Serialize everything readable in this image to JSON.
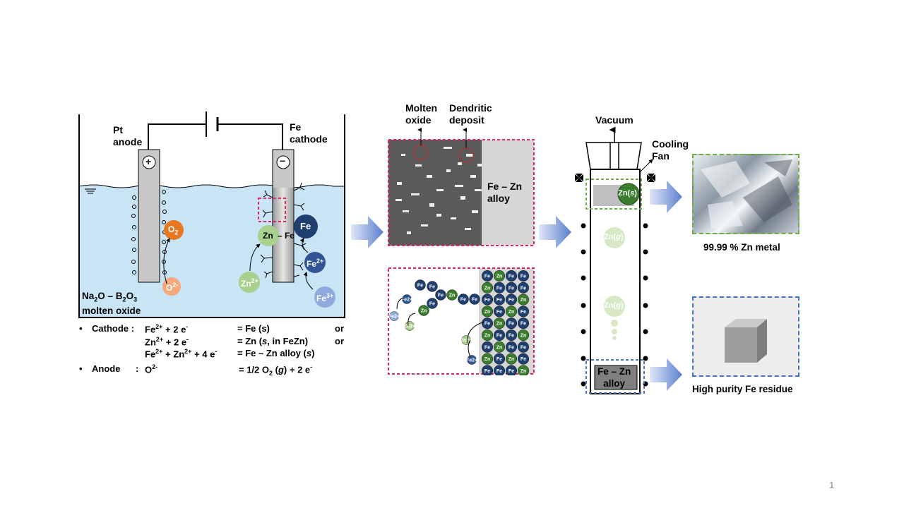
{
  "panel1": {
    "anode_label_line1": "Pt",
    "anode_label_line2": "anode",
    "cathode_label_line1": "Fe",
    "cathode_label_line2": "cathode",
    "plus_sign": "+",
    "minus_sign": "−",
    "electrolyte_line1": "Na2O – B2O3",
    "electrolyte_line2": "molten oxide",
    "species": {
      "o2": "O2",
      "o2_minus": "O2-",
      "zn": "Zn",
      "fe_arrow_tail": "– Fe",
      "fe": "Fe",
      "fe2": "Fe2+",
      "zn2": "Zn2+",
      "fe3": "Fe3+"
    }
  },
  "reactions": {
    "bullet": "•",
    "cathode_label": "Cathode :",
    "cathode_lines": [
      {
        "lhs": "Fe2+ + 2 e-",
        "rhs": "= Fe (s)",
        "tail": "or"
      },
      {
        "lhs": "Zn2+ + 2 e-",
        "rhs": "= Zn (s, in FeZn)",
        "tail": "or"
      },
      {
        "lhs": "Fe2+ + Zn2+ + 4 e-",
        "rhs": "= Fe – Zn alloy (s)",
        "tail": ""
      }
    ],
    "anode_label": "Anode",
    "anode_colon": ":",
    "anode_line": {
      "lhs": "O2-",
      "rhs": "= 1/2 O2 (g) + 2 e-"
    }
  },
  "panel2": {
    "molten_oxide_line1": "Molten",
    "molten_oxide_line2": "oxide",
    "dendritic_line1": "Dendritic",
    "dendritic_line2": "deposit",
    "alloy_line1": "Fe – Zn",
    "alloy_line2": "alloy",
    "atom_fe": "Fe",
    "atom_zn": "Zn",
    "ion_fe": "Fe2+",
    "ion_zn": "Zn2+"
  },
  "panel3": {
    "vacuum": "Vacuum",
    "cooling_line1": "Cooling",
    "cooling_line2": "Fan",
    "zn_s": "Zn(s)",
    "zn_g1": "Zn(g)",
    "zn_g2": "Zn(g)",
    "alloy_line1": "Fe – Zn",
    "alloy_line2": "alloy"
  },
  "results": {
    "zn_caption": "99.99 % Zn metal",
    "fe_caption": "High purity Fe residue"
  },
  "colors": {
    "electrolyte": "#c9e4f4",
    "electrode": "#c8c8c8",
    "fe_atom": "#1f3f6e",
    "zn_atom": "#3a7d2c",
    "o2_ball": "#e87722",
    "o2_minus_ball": "#f4a87c",
    "zn2_ball": "#a9d18e",
    "fe2_ball": "#2f5597",
    "fe3_ball": "#8faadc",
    "pink_dash": "#e0246b",
    "green_dash": "#70ad47",
    "blue_dash": "#4472c4",
    "arrow_blue": "#6f8fd0"
  },
  "page_number": "1"
}
